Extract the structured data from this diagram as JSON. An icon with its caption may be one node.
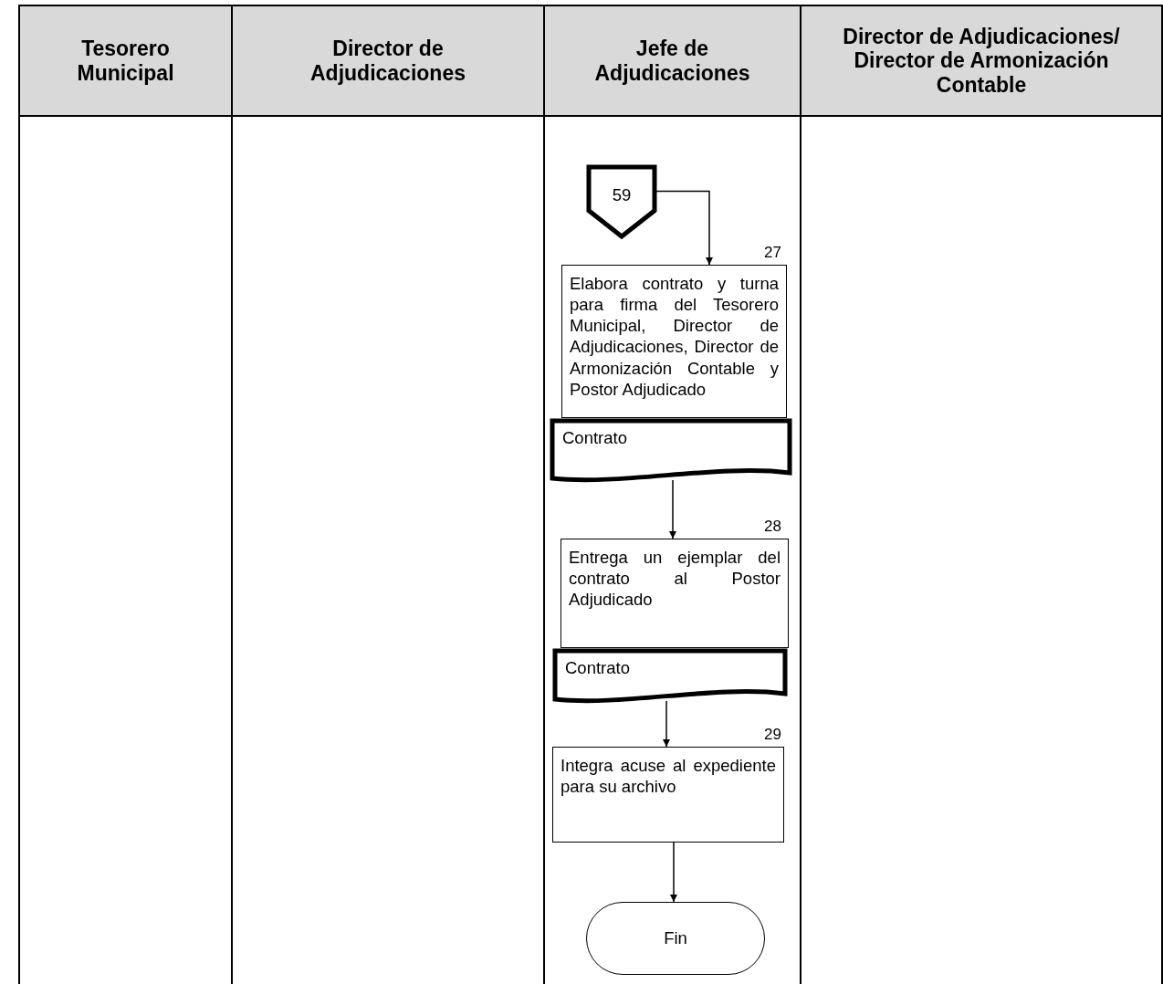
{
  "diagram": {
    "nodes": [
      {
        "text": [
          "Tesorero Municipal"
        ]
      },
      {
        "text": [
          "Director de Adjudicaciones"
        ]
      },
      {
        "text": [
          "Jefe de Adjudicaciones"
        ]
      },
      {
        "text": [
          "Director de Adjudicaciones/ Director de Armonización Contable"
        ]
      },
      {
        "text": [
          "59"
        ],
        "in": 2
      },
      {
        "text": [
          "Elabora contrato y turna para firma del Tesorero Municipal, Director de Adjudicaciones, Director de Armonización Contable y Postor Adjudicado"
        ],
        "beside": [
          "27"
        ],
        "in": 2
      },
      {
        "text": [
          "Contrato"
        ],
        "in": 2
      },
      {
        "text": [
          "Entrega un ejemplar del contrato al Postor Adjudicado"
        ],
        "beside": [
          "28"
        ],
        "in": 2
      },
      {
        "text": [
          "Contrato"
        ],
        "in": 2
      },
      {
        "text": [
          "Integra acuse al expediente para su archivo"
        ],
        "beside": [
          "29"
        ],
        "in": 2
      },
      {
        "text": [
          "Fin"
        ],
        "in": 2
      }
    ],
    "edges": [
      {
        "from": 4,
        "to": 5,
        "arrow": "to"
      },
      {
        "from": 6,
        "to": 7,
        "arrow": "to"
      },
      {
        "from": 8,
        "to": 9,
        "arrow": "to"
      },
      {
        "from": 9,
        "to": 10,
        "arrow": "to"
      }
    ]
  }
}
